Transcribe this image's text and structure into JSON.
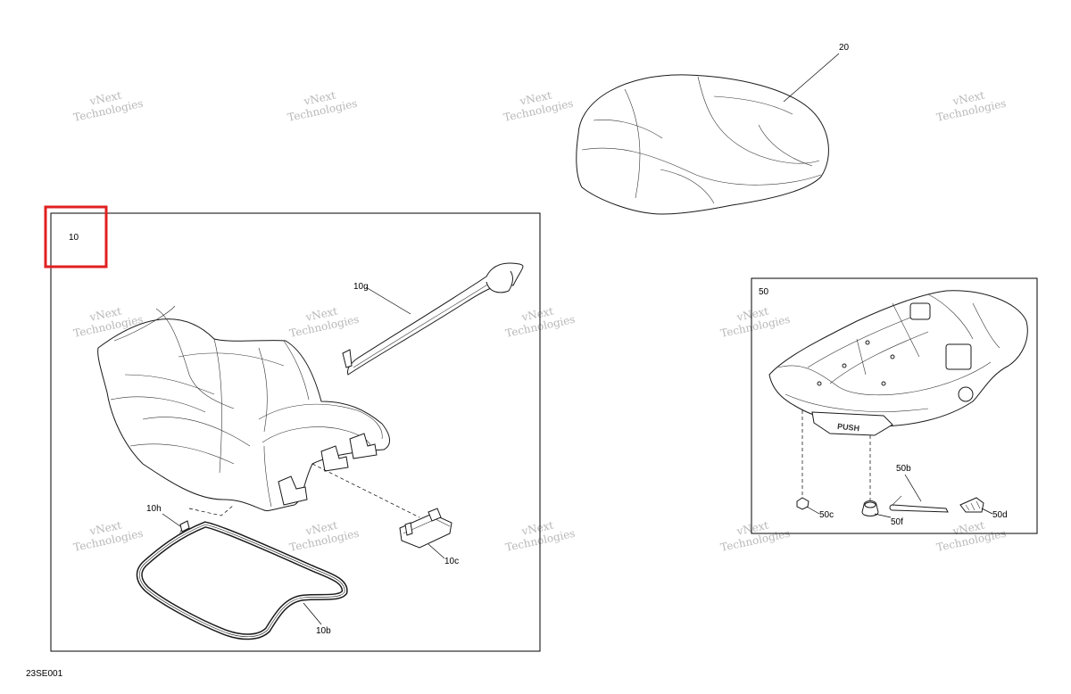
{
  "document_code": "23SE001",
  "callouts": {
    "c20": "20",
    "c10": "10",
    "c10g": "10g",
    "c10h": "10h",
    "c10c": "10c",
    "c10b": "10b",
    "c50": "50",
    "c50b": "50b",
    "c50c": "50c",
    "c50f": "50f",
    "c50d": "50d"
  },
  "push_label": "PUSH",
  "watermark": {
    "line1": "vNext",
    "line2": "Technologies"
  },
  "colors": {
    "highlight": "#e02020",
    "frame": "#000000",
    "watermark": "#b8b8b8"
  }
}
